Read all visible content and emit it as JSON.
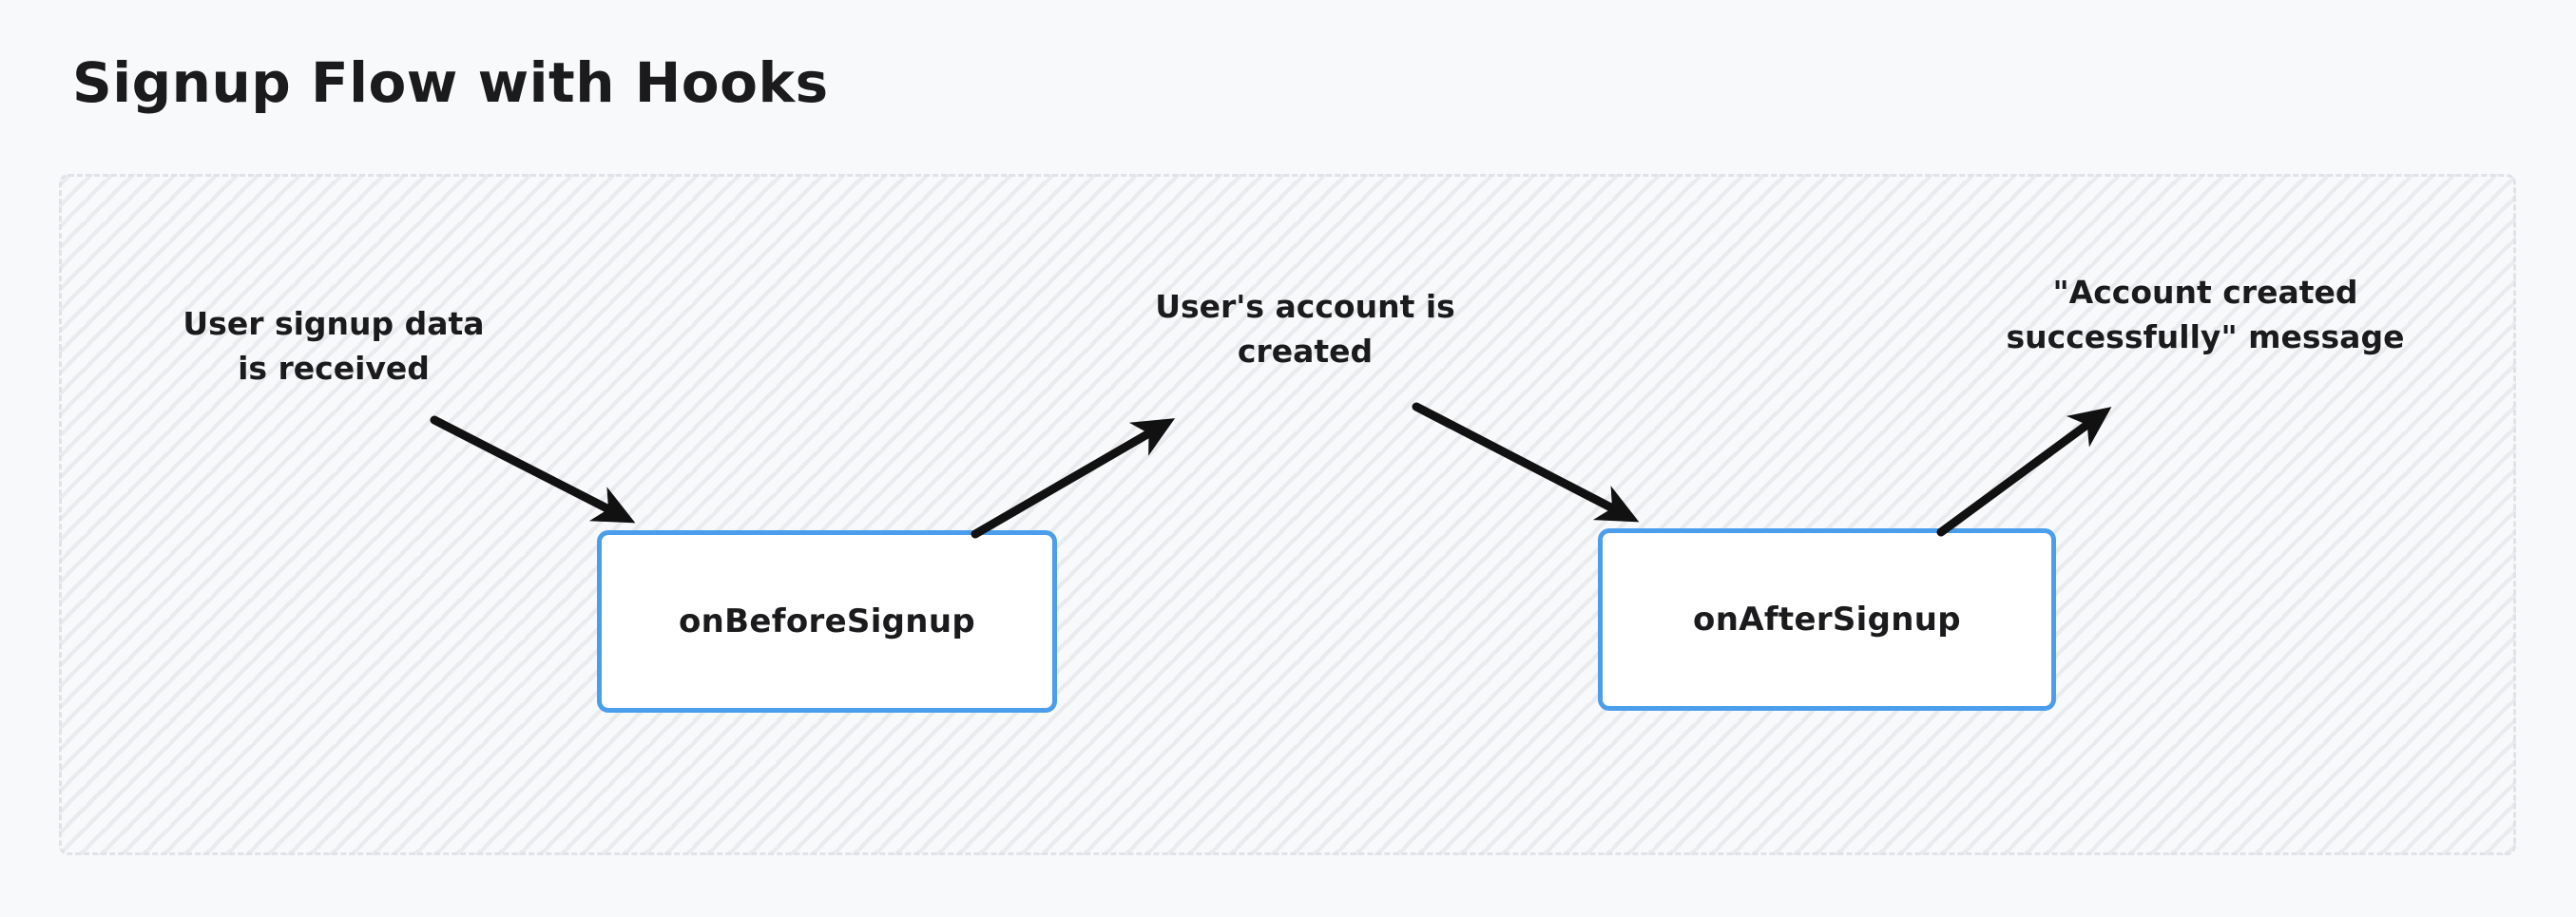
{
  "title": "Signup Flow with Hooks",
  "theme": {
    "page_background": "#f7f8fa",
    "container_background": "#f8f9fb",
    "container_border": "#dfe2e8",
    "hatch_color": "#e9ebef",
    "node_border": "#4a9eeb",
    "node_fill": "#ffffff",
    "text_color": "#1b1b1d",
    "arrow_color": "#111111"
  },
  "nodes": [
    {
      "id": "on-before-signup",
      "label": "onBeforeSignup"
    },
    {
      "id": "on-after-signup",
      "label": "onAfterSignup"
    }
  ],
  "labels": [
    {
      "id": "input-signup-data",
      "text": "User signup data\nis received"
    },
    {
      "id": "output-account-created",
      "text": "User's account is\ncreated"
    },
    {
      "id": "output-success-message",
      "text": "\"Account created\nsuccessfully\" message"
    }
  ],
  "arrows": [
    {
      "id": "arrow-data-to-before",
      "from": "input-signup-data",
      "to": "on-before-signup",
      "direction": "down-right"
    },
    {
      "id": "arrow-before-to-account",
      "from": "on-before-signup",
      "to": "output-account-created",
      "direction": "up-right"
    },
    {
      "id": "arrow-account-to-after",
      "from": "output-account-created",
      "to": "on-after-signup",
      "direction": "down-right"
    },
    {
      "id": "arrow-after-to-message",
      "from": "on-after-signup",
      "to": "output-success-message",
      "direction": "up-right"
    }
  ]
}
